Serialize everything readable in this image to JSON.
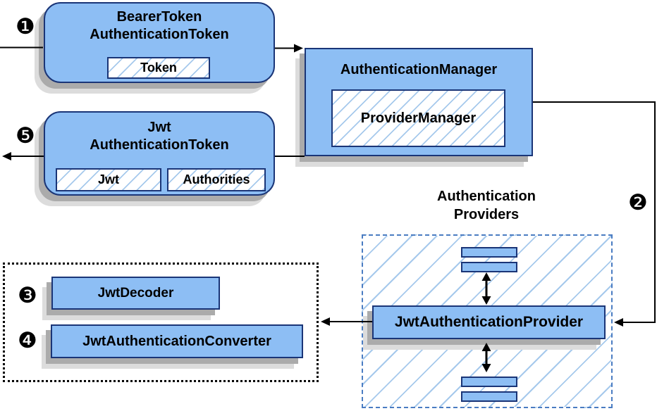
{
  "diagram": {
    "bearer_box": {
      "title_line1": "BearerToken",
      "title_line2": "AuthenticationToken",
      "token_label": "Token"
    },
    "auth_manager_box": {
      "title": "AuthenticationManager",
      "provider_manager_label": "ProviderManager"
    },
    "jwt_token_box": {
      "title_line1": "Jwt",
      "title_line2": "AuthenticationToken",
      "jwt_label": "Jwt",
      "authorities_label": "Authorities"
    },
    "providers_group": {
      "label_line1": "Authentication",
      "label_line2": "Providers",
      "provider_label": "JwtAuthenticationProvider"
    },
    "decoder_group": {
      "decoder_label": "JwtDecoder",
      "converter_label": "JwtAuthenticationConverter"
    },
    "badges": {
      "one": "❶",
      "two": "❷",
      "three": "❸",
      "four": "❹",
      "five": "❺"
    },
    "colors": {
      "box_fill": "#8DBEF4",
      "box_border": "#1A3577",
      "hatch_line": "#A6C9EC",
      "providers_dash_border": "#4A7CC2",
      "black_dash_border": "#000000",
      "shadow_dark": "#ABABAB",
      "shadow_light": "#DCDCDC",
      "connector": "#000000"
    }
  }
}
